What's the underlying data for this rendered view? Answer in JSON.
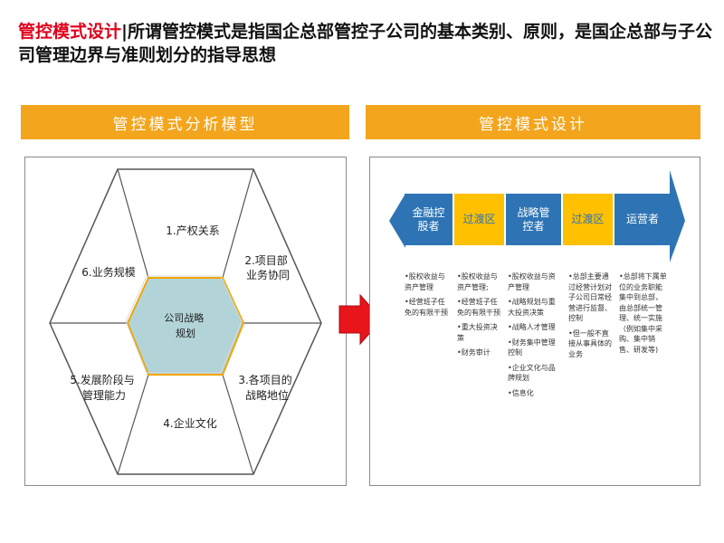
{
  "title": {
    "highlight": "管控模式设计",
    "rest": "|所谓管控模式是指国企总部管控子公司的基本类别、原则，是国企总部与子公司管理边界与准则划分的指导思想"
  },
  "left_panel": {
    "header": "管控模式分析模型",
    "center_label": [
      "公司战略",
      "规划"
    ],
    "segments": [
      {
        "lines": [
          "1.产权关系"
        ]
      },
      {
        "lines": [
          "2.项目部",
          "业务协同"
        ]
      },
      {
        "lines": [
          "3.各项目的",
          "战略地位"
        ]
      },
      {
        "lines": [
          "4.企业文化"
        ]
      },
      {
        "lines": [
          "5.发展阶段与",
          "管理能力"
        ]
      },
      {
        "lines": [
          "6.业务规模"
        ]
      }
    ]
  },
  "right_panel": {
    "header": "管控模式设计",
    "flow": [
      {
        "text": "金融控股者",
        "type": "blue"
      },
      {
        "text": "过渡区",
        "type": "yellow"
      },
      {
        "text": "战略管控者",
        "type": "blue"
      },
      {
        "text": "过渡区",
        "type": "yellow"
      },
      {
        "text": "运营者",
        "type": "blue"
      }
    ],
    "columns": [
      [
        "•股权收益与资产管理",
        "•经营班子任免的有限干预"
      ],
      [
        "•股权收益与资产管理;",
        "•经营班子任免的有限干预",
        "•重大投资决策",
        "•财务审计"
      ],
      [
        "•股权收益与资产管理",
        "•战略规划与重大投资决策",
        "•战略人才管理",
        "•财务集中管理控制",
        "•企业文化与品牌规划",
        "•信息化"
      ],
      [
        "•总部主要通过经营计划对子公司日常经营进行监督、控制",
        "•但一般不直接从事具体的业务"
      ],
      [
        "•总部将下属单位的业务职能集中到总部，由总部统一管理、统一实施（例如集中采购、集中销售、研发等)"
      ]
    ]
  },
  "colors": {
    "title_red": "#e0001b",
    "band_orange": "#f3a51d",
    "flow_blue": "#2e74b5",
    "flow_yellow": "#ffc000",
    "center_teal": "#b2d4d8",
    "center_border": "#f0a500",
    "arrow_red": "#e8151b"
  }
}
